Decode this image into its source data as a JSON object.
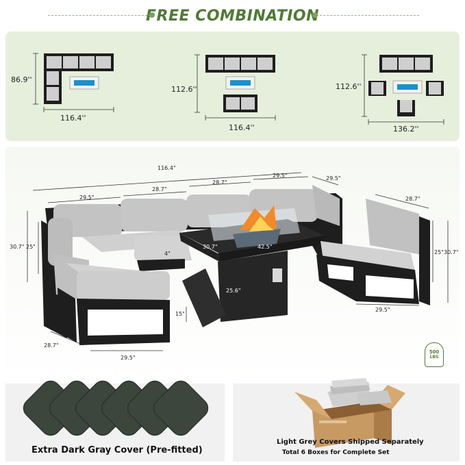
{
  "header": {
    "title": "FREE COMBINATION"
  },
  "combinations": [
    {
      "depth": "86.9''",
      "width": "116.4''"
    },
    {
      "depth": "112.6''",
      "width": "116.4''"
    },
    {
      "depth": "112.6''",
      "width": "136.2''"
    }
  ],
  "dimensions": {
    "total_width": "116.4\"",
    "seat_left": "29.5\"",
    "seat_mid1": "28.7\"",
    "seat_mid2": "28.7\"",
    "seat_right": "29.5\"",
    "seat_right_depth": "29.5\"",
    "chair_width": "28.7\"",
    "height_back": "30.7\"",
    "height_back2": "25\"",
    "chair_height": "25\"",
    "chair_height2": "30.7\"",
    "chair_depth": "29.5\"",
    "cushion_thick": "4\"",
    "table_depth": "30.7\"",
    "table_width": "42.5\"",
    "table_height": "25.6\"",
    "seat_height": "15\"",
    "corner_depth": "28.7\"",
    "corner_width": "29.5\"",
    "corner_cushion": "4\""
  },
  "badge": {
    "number": "500",
    "unit": "LBS"
  },
  "covers": {
    "caption": "Extra Dark Gray Cover (Pre-fitted)",
    "count": 6
  },
  "shipping": {
    "line1": "Light Grey Covers Shipped Separately",
    "line2": "Total 6 Boxes for Complete Set"
  },
  "colors": {
    "accent_green": "#4f7a34",
    "panel_green": "#e6efdc",
    "frame_black": "#1e1e1e",
    "cushion_gray": "#c9c9c9",
    "cover_dark": "#3c463d"
  }
}
